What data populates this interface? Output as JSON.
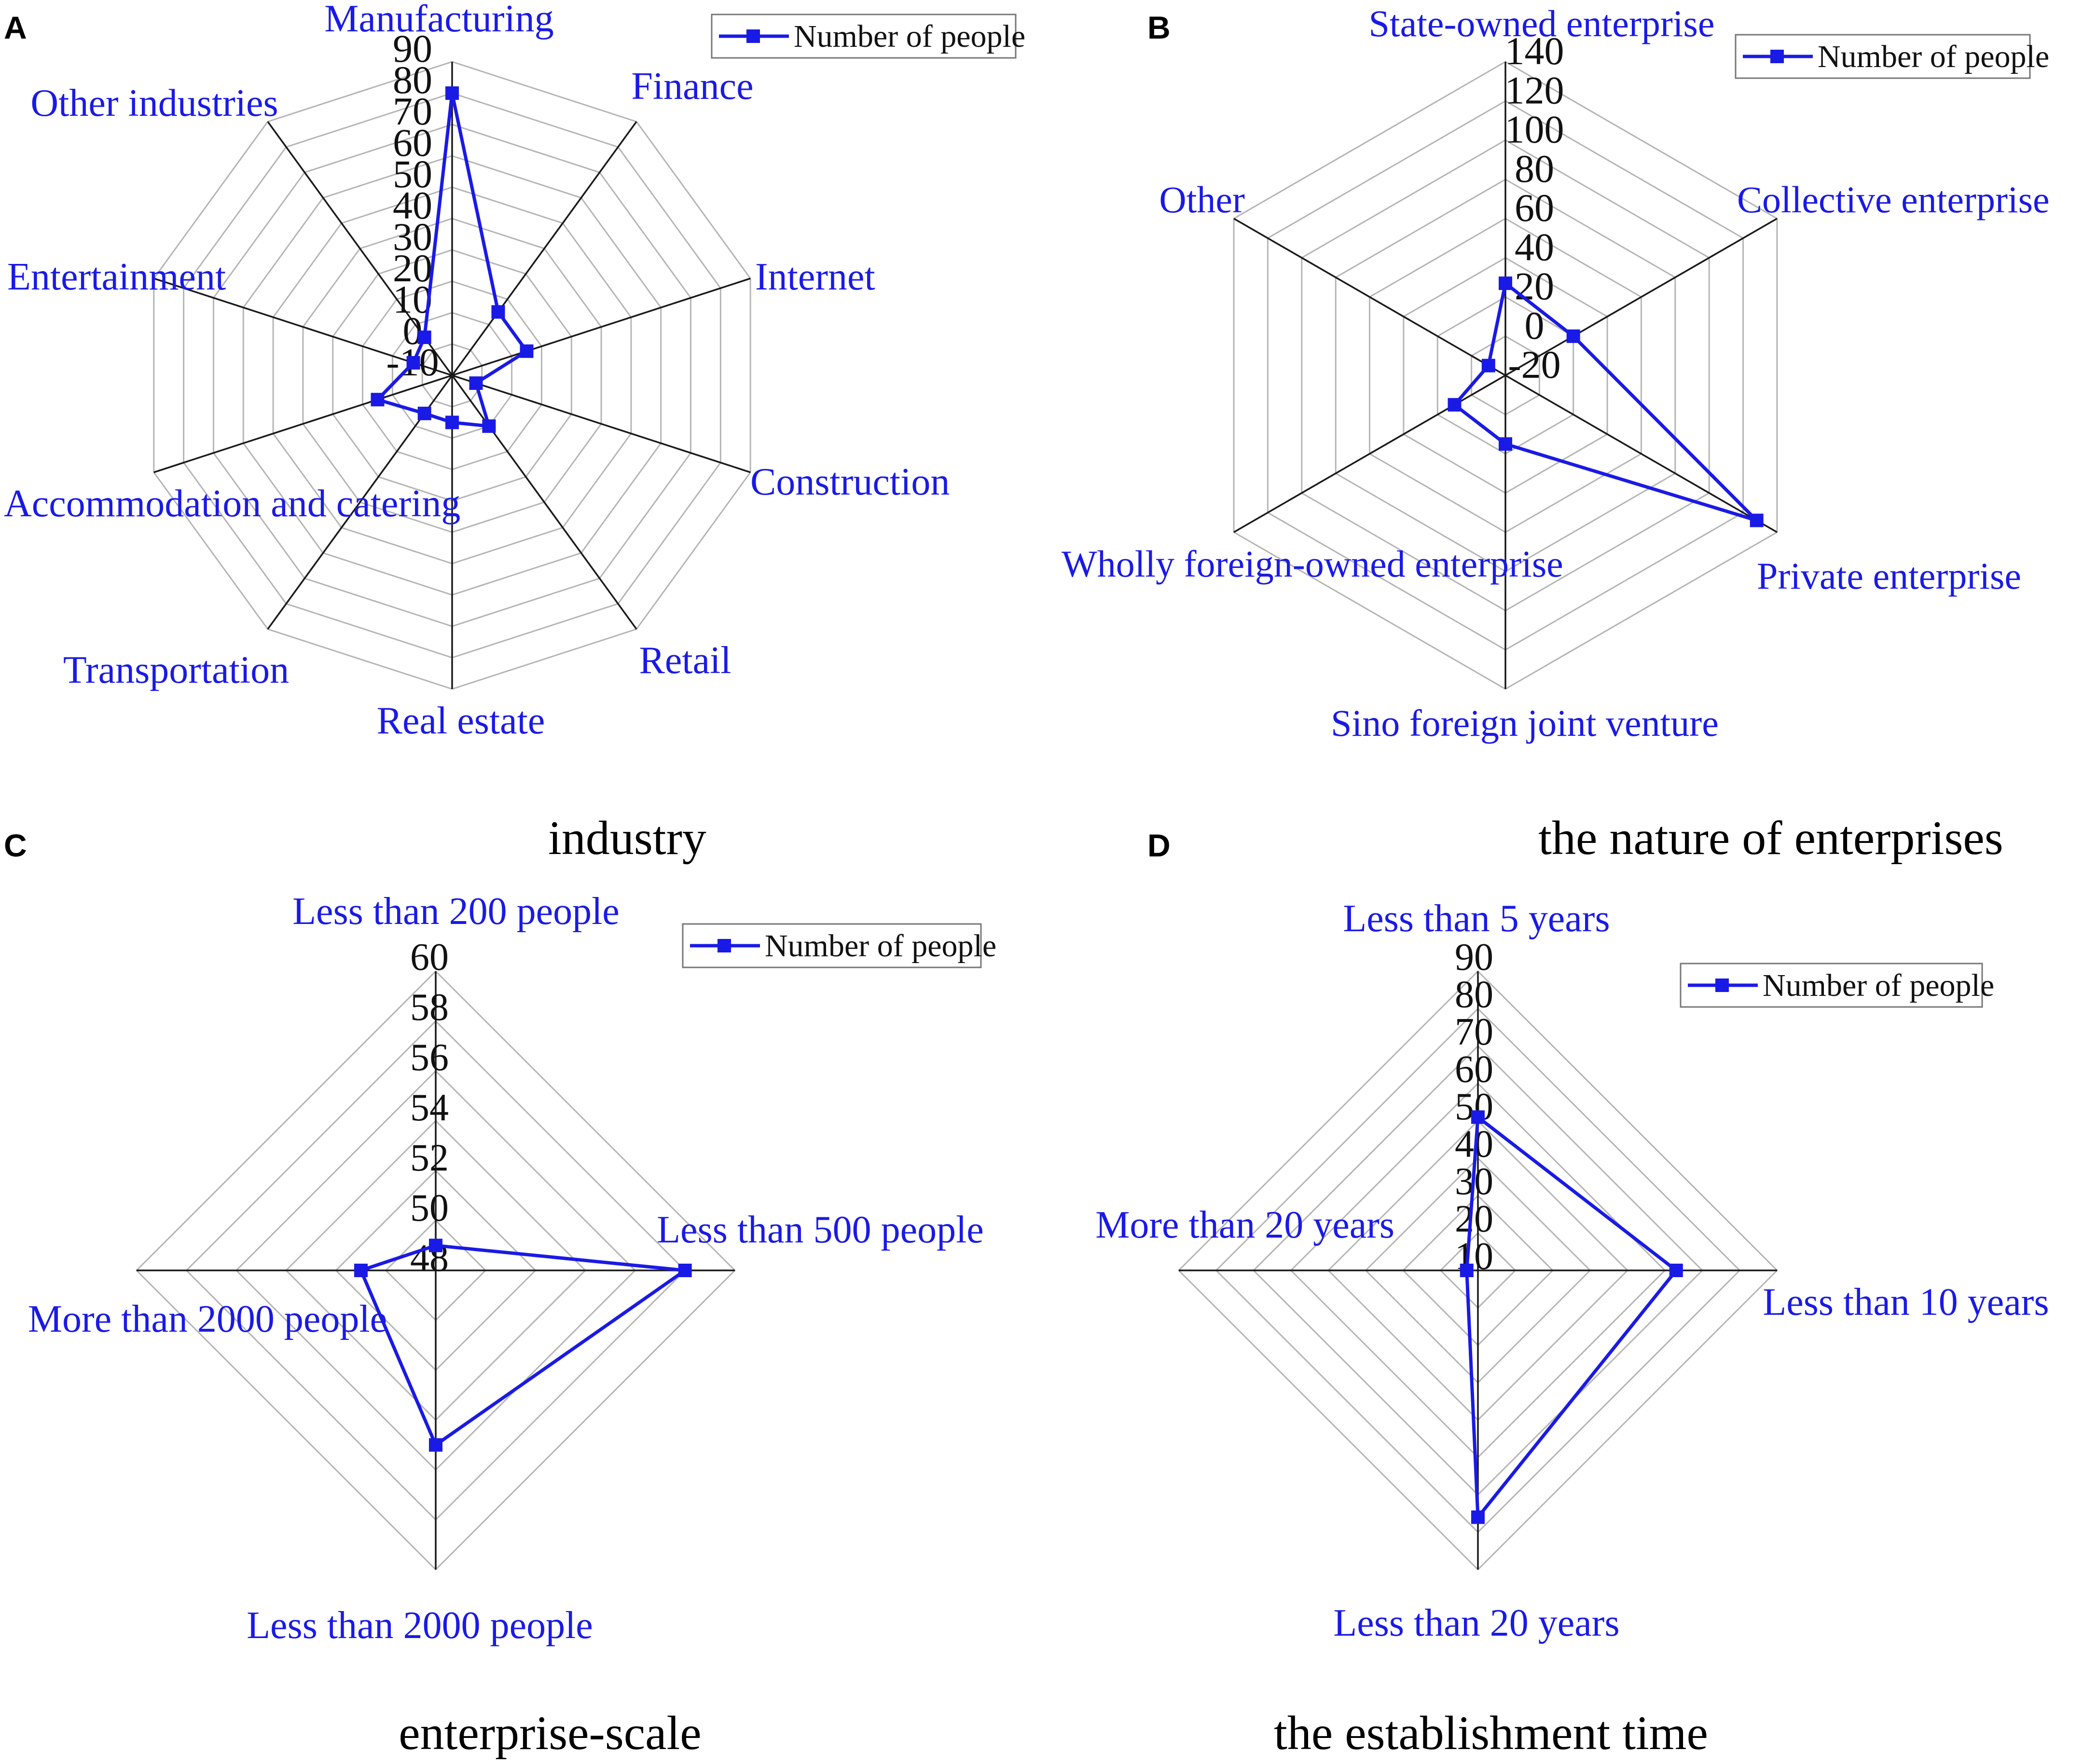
{
  "colors": {
    "series": "#1a1ae6",
    "grid": "#b5b5b5",
    "spoke": "#1a1a1a",
    "text": "#111111"
  },
  "chart_data": [
    {
      "type": "radar",
      "panel": "A",
      "caption": "industry",
      "legend": "Number of people",
      "rmin": -10,
      "rmax": 90,
      "ticks": [
        "90",
        "80",
        "70",
        "60",
        "50",
        "40",
        "30",
        "20",
        "10",
        "0",
        "-10"
      ],
      "categories": [
        "Manufacturing",
        "Finance",
        "Internet",
        "Construction",
        "Retail",
        "Real estate",
        "Transportation",
        "Accommodation and catering",
        "Entertainment",
        "Other industries"
      ],
      "series": [
        {
          "name": "Number of people",
          "values": [
            80,
            15,
            15,
            -2,
            10,
            5,
            5,
            15,
            3,
            5
          ]
        }
      ]
    },
    {
      "type": "radar",
      "panel": "B",
      "caption": "the nature of enterprises",
      "legend": "Number of people",
      "rmin": -20,
      "rmax": 140,
      "ticks": [
        "140",
        "120",
        "100",
        "80",
        "60",
        "40",
        "20",
        "0",
        "-20"
      ],
      "categories": [
        "State-owned enterprise",
        "Collective enterprise",
        "Private enterprise",
        "Sino foreign joint venture",
        "Wholly foreign-owned enterprise",
        "Other"
      ],
      "series": [
        {
          "name": "Number of people",
          "values": [
            27,
            20,
            128,
            15,
            10,
            -10
          ]
        }
      ]
    },
    {
      "type": "radar",
      "panel": "C",
      "caption": "enterprise-scale",
      "legend": "Number of people",
      "rmin": 48,
      "rmax": 60,
      "ticks": [
        "60",
        "58",
        "56",
        "54",
        "52",
        "50",
        "48"
      ],
      "categories": [
        "Less than 200 people",
        "Less than 500 people",
        "Less than 2000 people",
        "More than 2000 people"
      ],
      "series": [
        {
          "name": "Number of people",
          "values": [
            49,
            58,
            55,
            51
          ]
        }
      ]
    },
    {
      "type": "radar",
      "panel": "D",
      "caption": "the establishment time",
      "legend": "Number of people",
      "rmin": 10,
      "rmax": 90,
      "ticks": [
        "90",
        "80",
        "70",
        "60",
        "50",
        "40",
        "30",
        "20",
        "10"
      ],
      "categories": [
        "Less than 5 years",
        "Less than 10 years",
        "Less than 20 years",
        "More than 20 years"
      ],
      "series": [
        {
          "name": "Number of people",
          "values": [
            51,
            63,
            76,
            13
          ]
        }
      ]
    }
  ]
}
